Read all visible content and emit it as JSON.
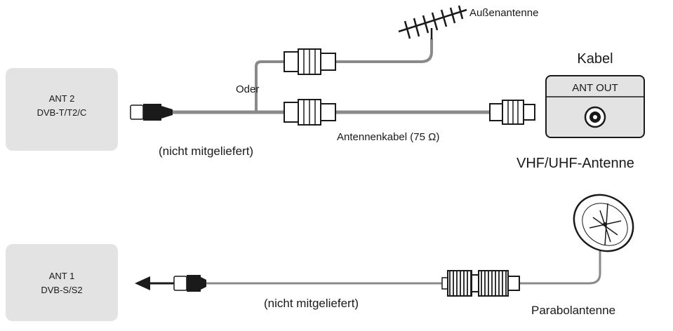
{
  "ant2": {
    "line1": "ANT 2",
    "line2": "DVB-T/T2/C"
  },
  "ant1": {
    "line1": "ANT 1",
    "line2": "DVB-S/S2"
  },
  "labels": {
    "outdoor_antenna": "Außenantenne",
    "or": "Oder",
    "cable_title": "Kabel",
    "ant_out": "ANT OUT",
    "antenna_cable": "Antennenkabel (75 Ω)",
    "not_supplied_top": "(nicht mitgeliefert)",
    "vhf_uhf": "VHF/UHF-Antenne",
    "not_supplied_bottom": "(nicht mitgeliefert)",
    "satellite_dish": "Parabolantenne"
  },
  "colors": {
    "box_fill": "#e3e3e3",
    "cable": "#8a8a8a",
    "line": "#1a1a1a",
    "connector_fill": "#ffffff"
  }
}
